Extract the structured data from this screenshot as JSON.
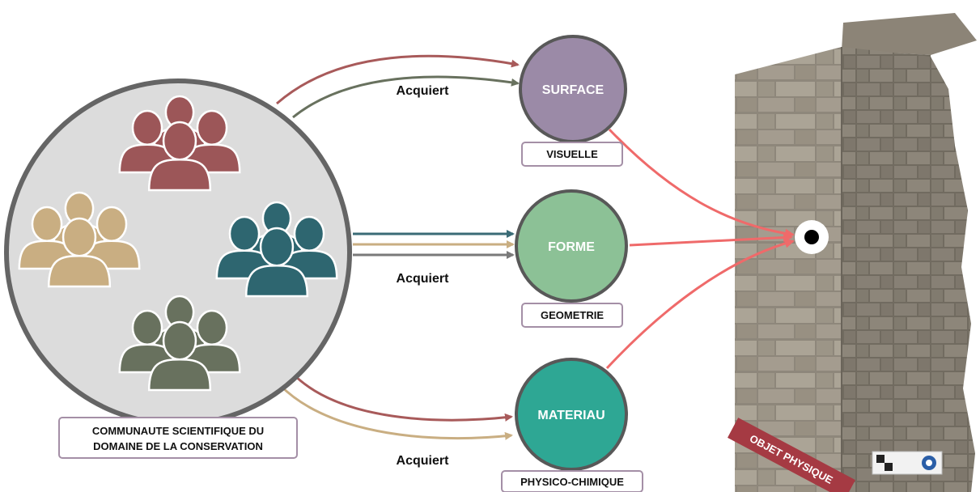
{
  "community": {
    "label_line1": "COMMUNAUTE SCIENTIFIQUE DU",
    "label_line2": "DOMAINE DE LA CONSERVATION"
  },
  "edges": {
    "top": "Acquiert",
    "middle": "Acquiert",
    "bottom": "Acquiert"
  },
  "nodes": {
    "surface": {
      "label": "SURFACE",
      "sublabel": "VISUELLE",
      "color": "#9b8aa7"
    },
    "forme": {
      "label": "FORME",
      "sublabel": "GEOMETRIE",
      "color": "#8cc196"
    },
    "materiau": {
      "label": "MATERIAU",
      "sublabel": "PHYSICO-CHIMIQUE",
      "color": "#2ea794"
    }
  },
  "object": {
    "label": "OBJET PHYSIQUE",
    "ribbon_color": "#a53a43"
  },
  "groups": [
    {
      "name": "red-group",
      "color": "#9c5658"
    },
    {
      "name": "tan-group",
      "color": "#c9ae82"
    },
    {
      "name": "teal-group",
      "color": "#2e6670"
    },
    {
      "name": "olive-group",
      "color": "#68715e"
    }
  ]
}
